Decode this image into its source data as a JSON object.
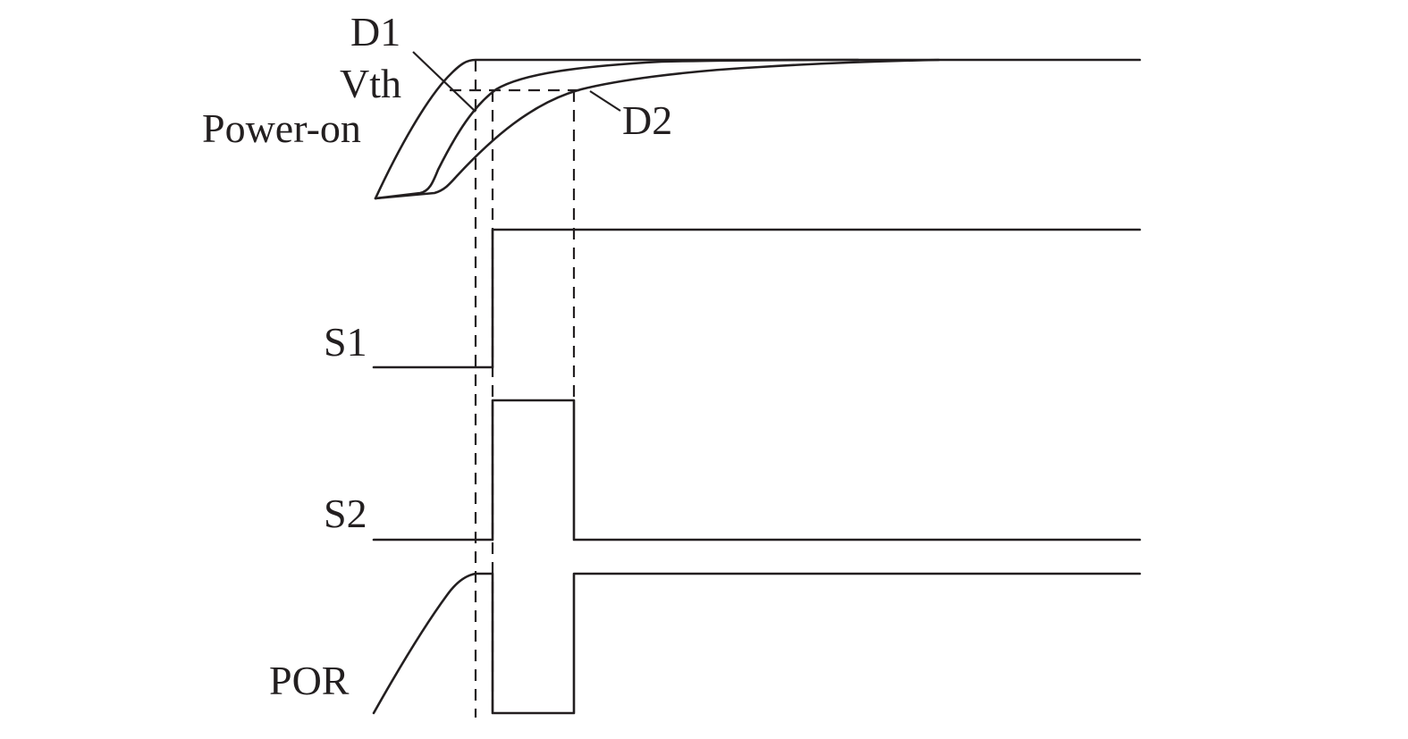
{
  "labels": {
    "d1": "D1",
    "vth": "Vth",
    "power_on": "Power-on",
    "d2": "D2",
    "s1": "S1",
    "s2": "S2",
    "por": "POR"
  },
  "colors": {
    "ink": "#231f20",
    "background": "#ffffff"
  }
}
